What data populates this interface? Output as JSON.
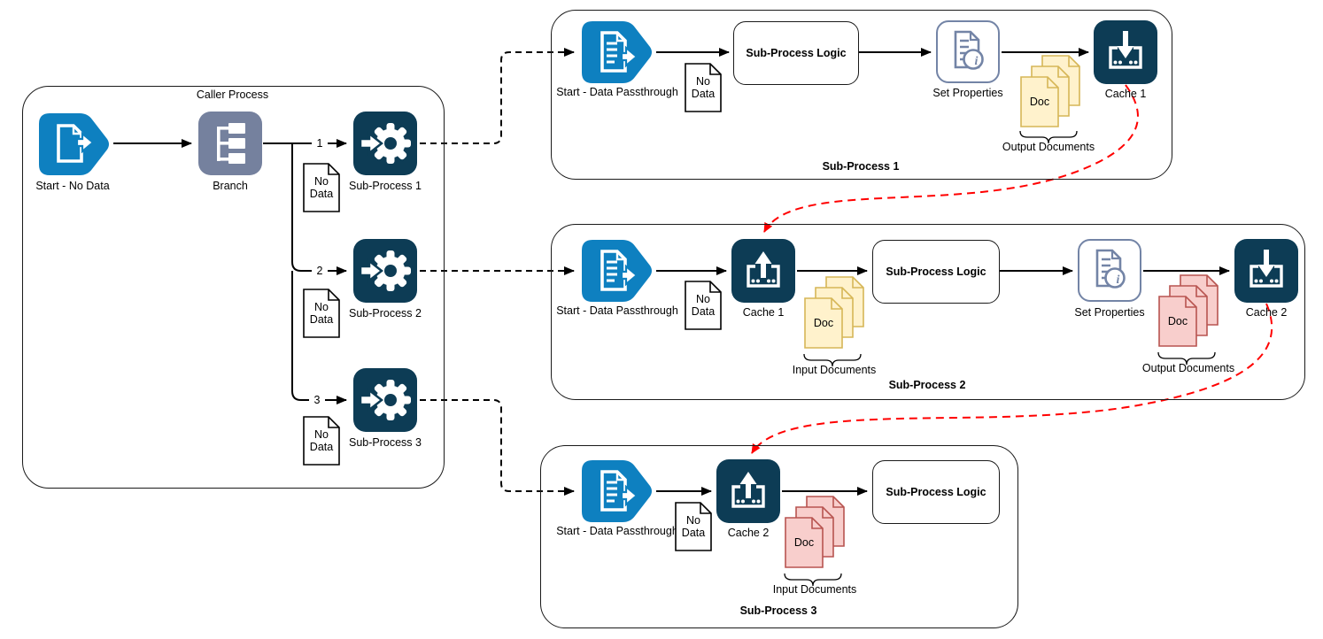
{
  "diagram": {
    "caller": {
      "title": "Caller Process",
      "start_label": "Start - No Data",
      "branch_label": "Branch",
      "subprocess_labels": [
        "Sub-Process 1",
        "Sub-Process 2",
        "Sub-Process 3"
      ],
      "branch_numbers": [
        "1",
        "2",
        "3"
      ],
      "no_data_label": "No Data"
    },
    "sub1": {
      "title": "Sub-Process 1",
      "start_label": "Start - Data Passthrough",
      "no_data_label": "No Data",
      "logic_label": "Sub-Process Logic",
      "set_properties_label": "Set Properties",
      "doc_label": "Doc",
      "output_caption": "Output Documents",
      "cache_label": "Cache 1"
    },
    "sub2": {
      "title": "Sub-Process 2",
      "start_label": "Start - Data Passthrough",
      "no_data_label": "No Data",
      "cache_in_label": "Cache 1",
      "doc_label": "Doc",
      "input_caption": "Input Documents",
      "logic_label": "Sub-Process Logic",
      "set_properties_label": "Set Properties",
      "output_caption": "Output Documents",
      "cache_out_label": "Cache 2"
    },
    "sub3": {
      "title": "Sub-Process 3",
      "start_label": "Start - Data Passthrough",
      "no_data_label": "No Data",
      "cache_in_label": "Cache 2",
      "doc_label": "Doc",
      "input_caption": "Input Documents",
      "logic_label": "Sub-Process Logic"
    },
    "icons": {
      "info_glyph": "i"
    },
    "colors": {
      "start_blue": "#0E80C0",
      "shape_navy": "#0D3C55",
      "branch_gray": "#75819E",
      "set_properties_slate": "#7384A6",
      "doc_yellow_fill": "#FFF2CC",
      "doc_yellow_stroke": "#D6B656",
      "doc_pink_fill": "#F8CECC",
      "doc_pink_stroke": "#B85450",
      "cache_link_red": "#FF0000",
      "connector_black": "#000000"
    }
  }
}
